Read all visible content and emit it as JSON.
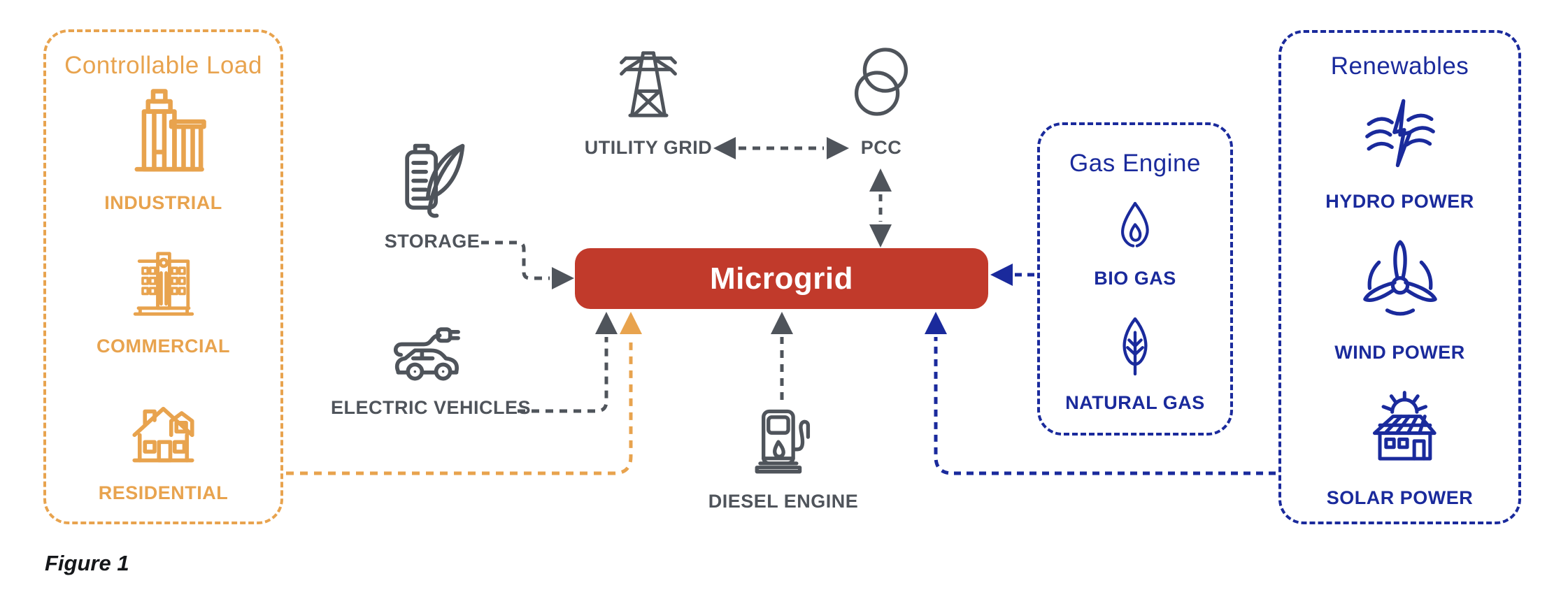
{
  "page": {
    "figure_caption": "Figure 1"
  },
  "colors": {
    "microgrid_red": "#C13A2B",
    "controllable_load_orange": "#E8A34E",
    "renewables_blue": "#1A2A9C",
    "neutral_gray": "#4F545B"
  },
  "microgrid": {
    "label": "Microgrid"
  },
  "groups": {
    "controllable_load": {
      "title": "Controllable Load",
      "items": [
        {
          "label": "INDUSTRIAL",
          "icon": "industrial-icon"
        },
        {
          "label": "COMMERCIAL",
          "icon": "commercial-icon"
        },
        {
          "label": "RESIDENTIAL",
          "icon": "residential-icon"
        }
      ]
    },
    "gas_engine": {
      "title": "Gas Engine",
      "items": [
        {
          "label": "BIO GAS",
          "icon": "bio-gas-flame-icon"
        },
        {
          "label": "NATURAL GAS",
          "icon": "natural-gas-leaf-icon"
        }
      ]
    },
    "renewables": {
      "title": "Renewables",
      "items": [
        {
          "label": "HYDRO POWER",
          "icon": "hydro-power-icon"
        },
        {
          "label": "WIND POWER",
          "icon": "wind-power-icon"
        },
        {
          "label": "SOLAR POWER",
          "icon": "solar-power-icon"
        }
      ]
    }
  },
  "nodes": {
    "storage": {
      "label": "STORAGE",
      "icon": "battery-leaf-icon"
    },
    "electric_vehicles": {
      "label": "ELECTRIC VEHICLES",
      "icon": "electric-car-plug-icon"
    },
    "utility_grid": {
      "label": "UTILITY GRID",
      "icon": "transmission-tower-icon"
    },
    "pcc": {
      "label": "PCC",
      "icon": "transformer-circles-icon"
    },
    "diesel_engine": {
      "label": "DIESEL ENGINE",
      "icon": "fuel-pump-icon"
    }
  }
}
